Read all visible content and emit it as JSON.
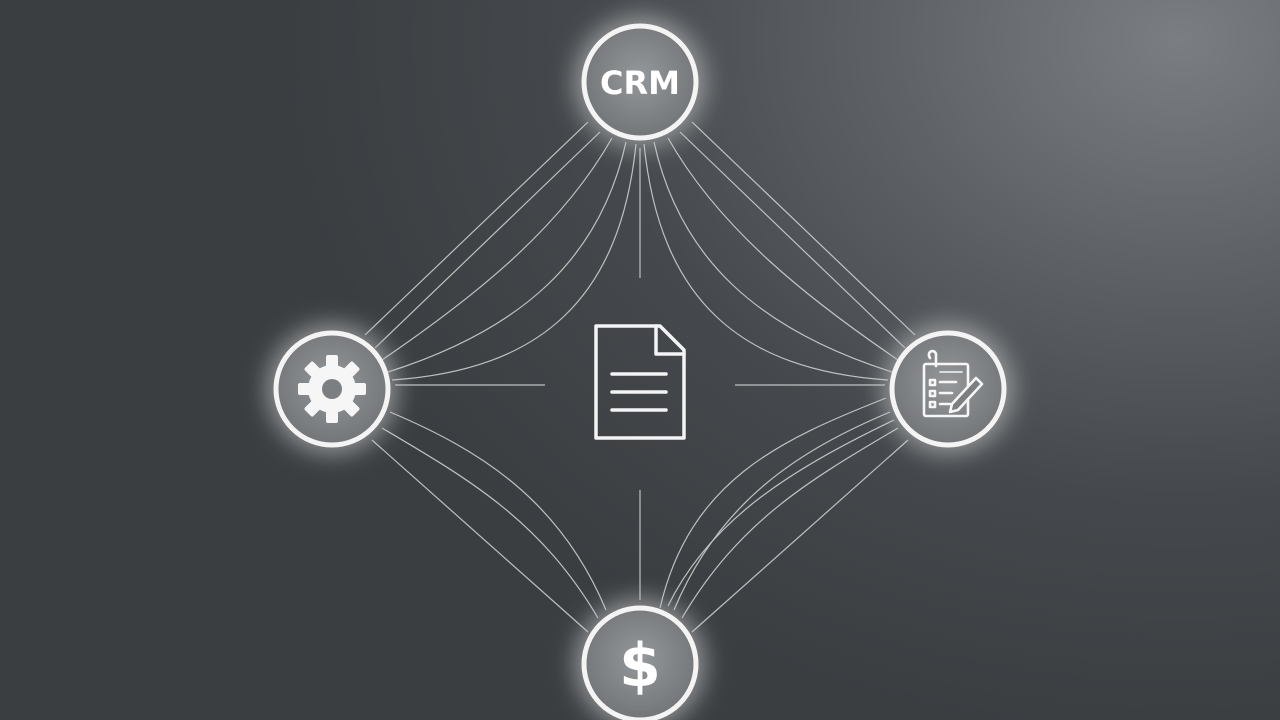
{
  "diagram": {
    "center_node": {
      "icon": "document-icon"
    },
    "nodes": [
      {
        "id": "crm",
        "label": "CRM",
        "icon": "crm-label"
      },
      {
        "id": "settings",
        "label": "",
        "icon": "gear-icon"
      },
      {
        "id": "tasks",
        "label": "",
        "icon": "checklist-icon"
      },
      {
        "id": "finance",
        "label": "",
        "icon": "dollar-icon"
      }
    ],
    "colors": {
      "stroke": "#f2f2f2",
      "line": "#d8d8d8",
      "node_fill": "#8a8d90",
      "glow": "#ffffff"
    }
  }
}
